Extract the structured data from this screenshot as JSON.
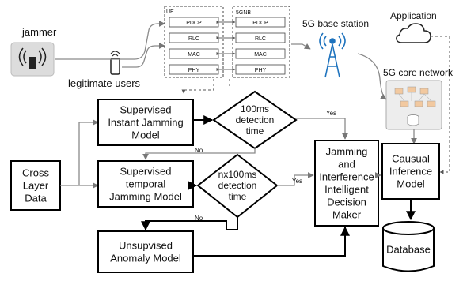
{
  "labels": {
    "jammer": "jammer",
    "legitimate_users": "legitimate users",
    "ue": "UE",
    "gnb": "5GNB",
    "base_station": "5G base station",
    "application": "Application",
    "core_network": "5G core network",
    "yes": "Yes",
    "no": "No"
  },
  "protocol_layers": [
    "PDCP",
    "RLC",
    "MAC",
    "PHY"
  ],
  "boxes": {
    "cross_layer": [
      "Cross",
      "Layer",
      "Data"
    ],
    "sup_instant": [
      "Supervised",
      "Instant Jamming",
      "Model"
    ],
    "sup_temporal": [
      "Supervised",
      "temporal",
      "Jamming Model"
    ],
    "unsup": [
      "Unsupvised",
      "Anomaly  Model"
    ],
    "decision": [
      "Jamming",
      "and",
      "Interference",
      "Intelligent",
      "Decision",
      "Maker"
    ],
    "causal": [
      "Causual",
      "Inference",
      "Model"
    ],
    "database": [
      "Database"
    ]
  },
  "diamonds": {
    "d1": [
      "100ms",
      "detection",
      "time"
    ],
    "d2": [
      "nx100ms",
      "detection",
      "time"
    ]
  },
  "colors": {
    "stroke": "#000000",
    "connector": "#8a8a8a",
    "dashed": "#555555"
  }
}
